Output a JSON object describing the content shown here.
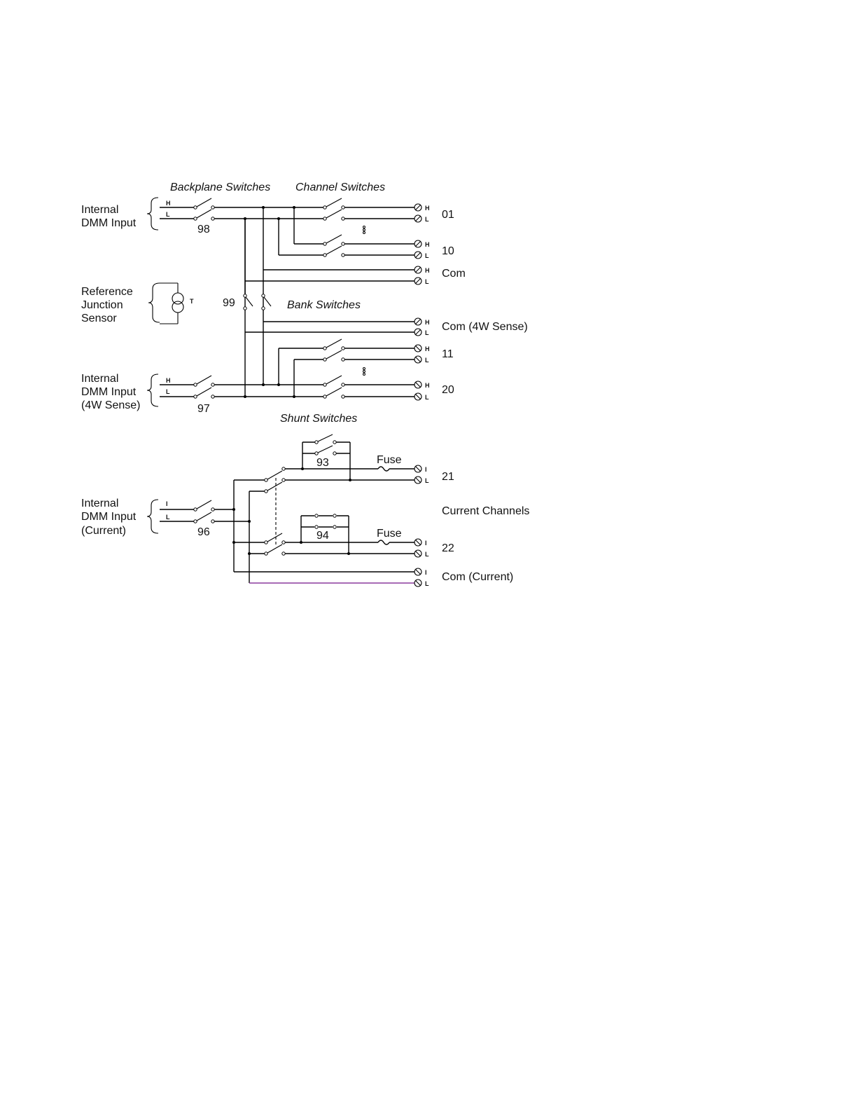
{
  "headers": {
    "backplane": "Backplane Switches",
    "channel": "Channel Switches",
    "bank": "Bank Switches",
    "shunt": "Shunt Switches"
  },
  "inputs": {
    "dmm": [
      "Internal",
      "DMM Input"
    ],
    "reference": [
      "Reference",
      "Junction",
      "Sensor"
    ],
    "dmm_4w": [
      "Internal",
      "DMM Input",
      "(4W Sense)"
    ],
    "dmm_current": [
      "Internal",
      "DMM Input",
      "(Current)"
    ]
  },
  "pins": {
    "h": "H",
    "l": "L",
    "i": "I",
    "t": "T"
  },
  "switch_numbers": {
    "s98": "98",
    "s99": "99",
    "s97": "97",
    "s96": "96",
    "s93": "93",
    "s94": "94"
  },
  "fuse": "Fuse",
  "channels": {
    "ch01": "01",
    "ch10": "10",
    "com": "Com",
    "com_4w": "Com (4W Sense)",
    "ch11": "11",
    "ch20": "20",
    "ch21": "21",
    "current_channels": "Current Channels",
    "ch22": "22",
    "com_current": "Com (Current)"
  },
  "colors": {
    "com_current_low_wire": "#8b3a9e"
  }
}
